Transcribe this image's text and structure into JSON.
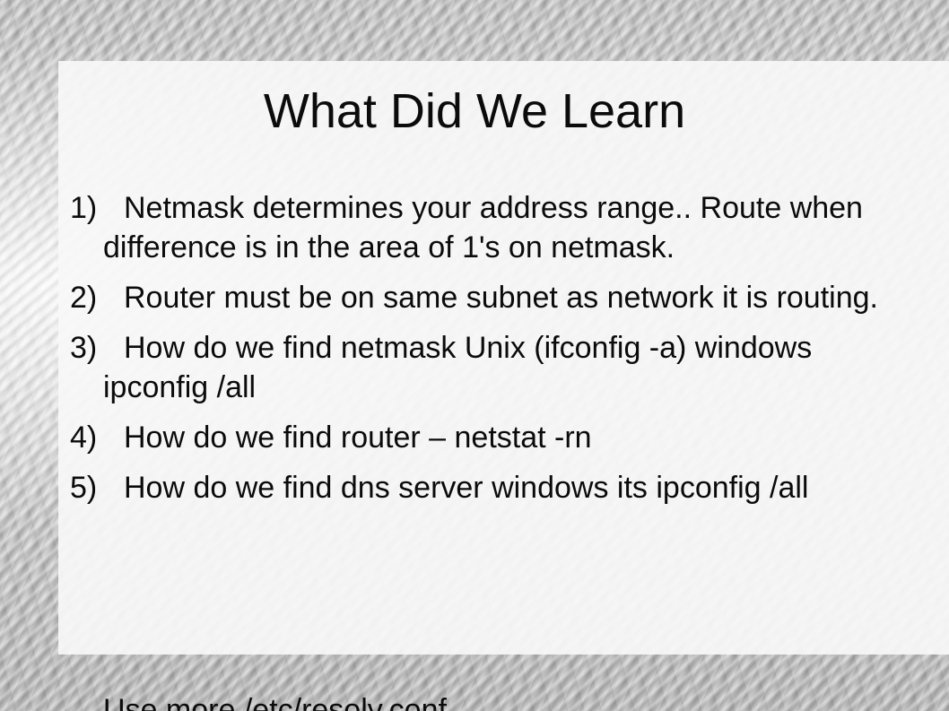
{
  "slide": {
    "title": "What Did We Learn",
    "items": [
      {
        "number": "1)",
        "text": "Netmask determines your address range.. Route when difference is in the area of 1's on netmask."
      },
      {
        "number": "2)",
        "text": "Router must be on same subnet as network it is routing."
      },
      {
        "number": "3)",
        "text": "How do we find netmask Unix (ifconfig -a) windows ipconfig /all"
      },
      {
        "number": "4)",
        "text": "How do we find router – netstat -rn"
      },
      {
        "number": "5)",
        "text": "How do we find dns server  windows its ipconfig /all"
      }
    ],
    "cut_off_line": "Use more /etc/resolv.conf"
  }
}
